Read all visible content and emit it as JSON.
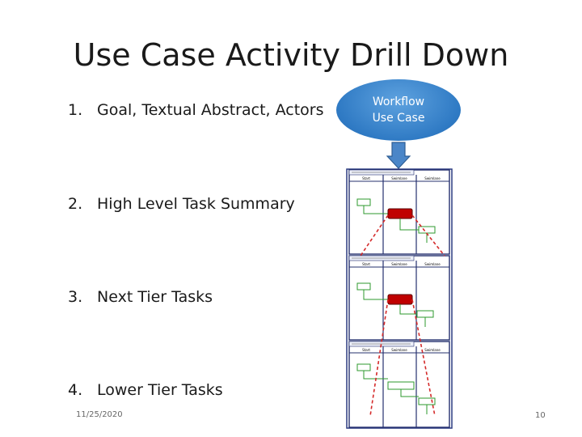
{
  "slide": {
    "title": "Use Case Activity Drill Down",
    "items": [
      {
        "num": "1.",
        "text": "Goal, Textual Abstract, Actors"
      },
      {
        "num": "2.",
        "text": "High Level Task Summary"
      },
      {
        "num": "3.",
        "text": "Next Tier Tasks"
      },
      {
        "num": "4.",
        "text": "Lower Tier Tasks"
      }
    ],
    "oval": {
      "line1": "Workflow",
      "line2": "Use Case",
      "color": "#3a84cc"
    },
    "footer": {
      "date": "11/25/2020",
      "page": "10"
    }
  },
  "diagram": {
    "panels": [
      {
        "headers": [
          "Start",
          "Swimlane",
          "Swimlane"
        ]
      },
      {
        "headers": [
          "Start",
          "Swimlane",
          "Swimlane"
        ]
      },
      {
        "headers": [
          "Start",
          "Swimlane",
          "Swimlane"
        ]
      }
    ],
    "colors": {
      "red": "#c00000",
      "green": "#2e9a2e",
      "navy": "#1d2a6b",
      "dashed": "#d42a2a"
    }
  }
}
